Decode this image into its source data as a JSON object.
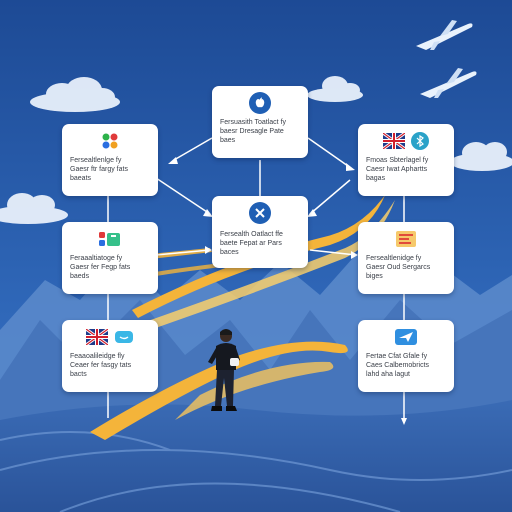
{
  "colors": {
    "sky_top": "#1f4f9c",
    "sky_bottom": "#3e7bd0",
    "mountain": "#5a86c4",
    "mountain_dark": "#3f68a8",
    "path_yellow": "#f4b43a",
    "connector": "#ffffff",
    "card_text": "#3a3f48",
    "brand_blue": "#1f5fb4"
  },
  "cards": {
    "top_center": {
      "text": "Fersuasith Toatlact fy\nbaesr Dresagle Pate\nbaes",
      "icon": "apple-icon"
    },
    "top_left": {
      "text": "Fersealtlenlge fy\nGaesr ftr fargy fats\nbaeats",
      "icon": "colored-dots-icon"
    },
    "top_right": {
      "text": "Fmoas Sbterlagel fy\nCaesr Iwat Aphartts\nbagas",
      "icon": "uk-flag-and-bluetooth-icon"
    },
    "center": {
      "text": "Fersealth Oatlact ffe\nbaete Fepat ar Pars\nbaces",
      "icon": "close-icon"
    },
    "mid_left": {
      "text": "Feraaaltiatoge fy\nGaesr fer Fegp fats\nbaeds",
      "icon": "colored-blocks-icon"
    },
    "mid_right": {
      "text": "Fersealtlenidge fy\nGaesr Oud Sergarcs\nbiges",
      "icon": "document-lines-icon"
    },
    "bottom_left": {
      "text": "Feaaoalileidge fly\nCeaer fer fasgy tats\nbacts",
      "icon": "uk-flag-and-chat-icon"
    },
    "bottom_right": {
      "text": "Fertae Cfat Gfale fy\nCaes Calbemobricts\nlahd aha lagut",
      "icon": "send-icon"
    }
  }
}
